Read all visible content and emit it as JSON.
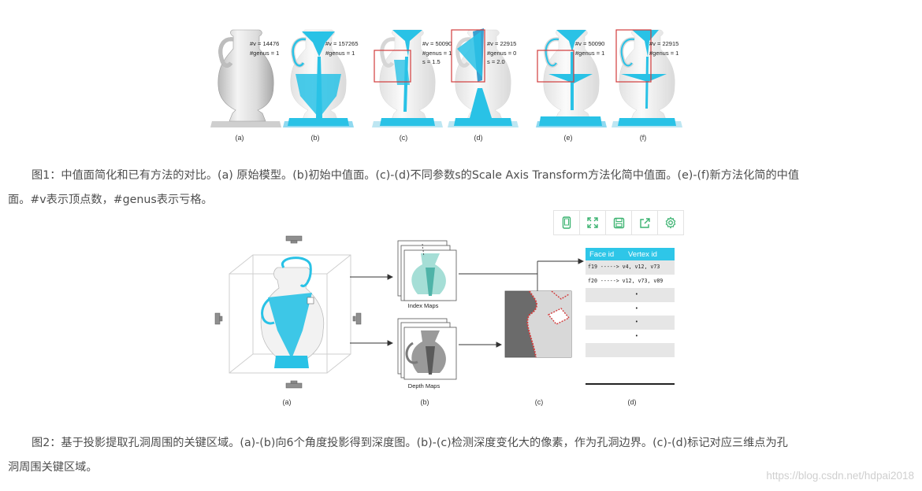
{
  "figure1": {
    "panels": [
      {
        "id": "a",
        "label": "(a)",
        "stats": [
          "#v = 14476",
          "#genus = 1"
        ]
      },
      {
        "id": "b",
        "label": "(b)",
        "stats": [
          "#v = 157265",
          "#genus = 1"
        ]
      },
      {
        "id": "c",
        "label": "(c)",
        "stats": [
          "#v = 50090",
          "#genus = 1",
          "s = 1.5"
        ]
      },
      {
        "id": "d",
        "label": "(d)",
        "stats": [
          "#v = 22915",
          "#genus = 0",
          "s = 2.0"
        ]
      },
      {
        "id": "e",
        "label": "(e)",
        "stats": [
          "#v = 50090",
          "#genus = 1"
        ]
      },
      {
        "id": "f",
        "label": "(f)",
        "stats": [
          "#v = 22915",
          "#genus = 1"
        ]
      }
    ],
    "caption_line1": "图1：中值面简化和已有方法的对比。(a) 原始模型。(b)初始中值面。(c)-(d)不同参数s的Scale Axis Transform方法化简中值面。(e)-(f)新方法化简的中值",
    "caption_line2": "面。#v表示顶点数，#genus表示亏格。"
  },
  "toolbar": {
    "icons": [
      "tablet-icon",
      "fullscreen-icon",
      "save-icon",
      "share-icon",
      "settings-icon"
    ],
    "accent": "#3cb371"
  },
  "figure2": {
    "labels": {
      "a": "(a)",
      "b": "(b)",
      "c": "(c)",
      "d": "(d)"
    },
    "index_maps_label": "Index Maps",
    "depth_maps_label": "Depth Maps",
    "table": {
      "headers": [
        "Face id",
        "Vertex id"
      ],
      "rows": [
        "f19 -----> v4, v12, v73",
        "f20 -----> v12, v73, v89"
      ]
    },
    "caption_line1": "图2：基于投影提取孔洞周围的关键区域。(a)-(b)向6个角度投影得到深度图。(b)-(c)检测深度变化大的像素，作为孔洞边界。(c)-(d)标记对应三维点为孔",
    "caption_line2": "洞周围关键区域。"
  },
  "colors": {
    "cyan": "#29c2e6",
    "frame_red": "#d23c3c",
    "table_header": "#2ec6e8"
  },
  "watermark": "https://blog.csdn.net/hdpai2018"
}
